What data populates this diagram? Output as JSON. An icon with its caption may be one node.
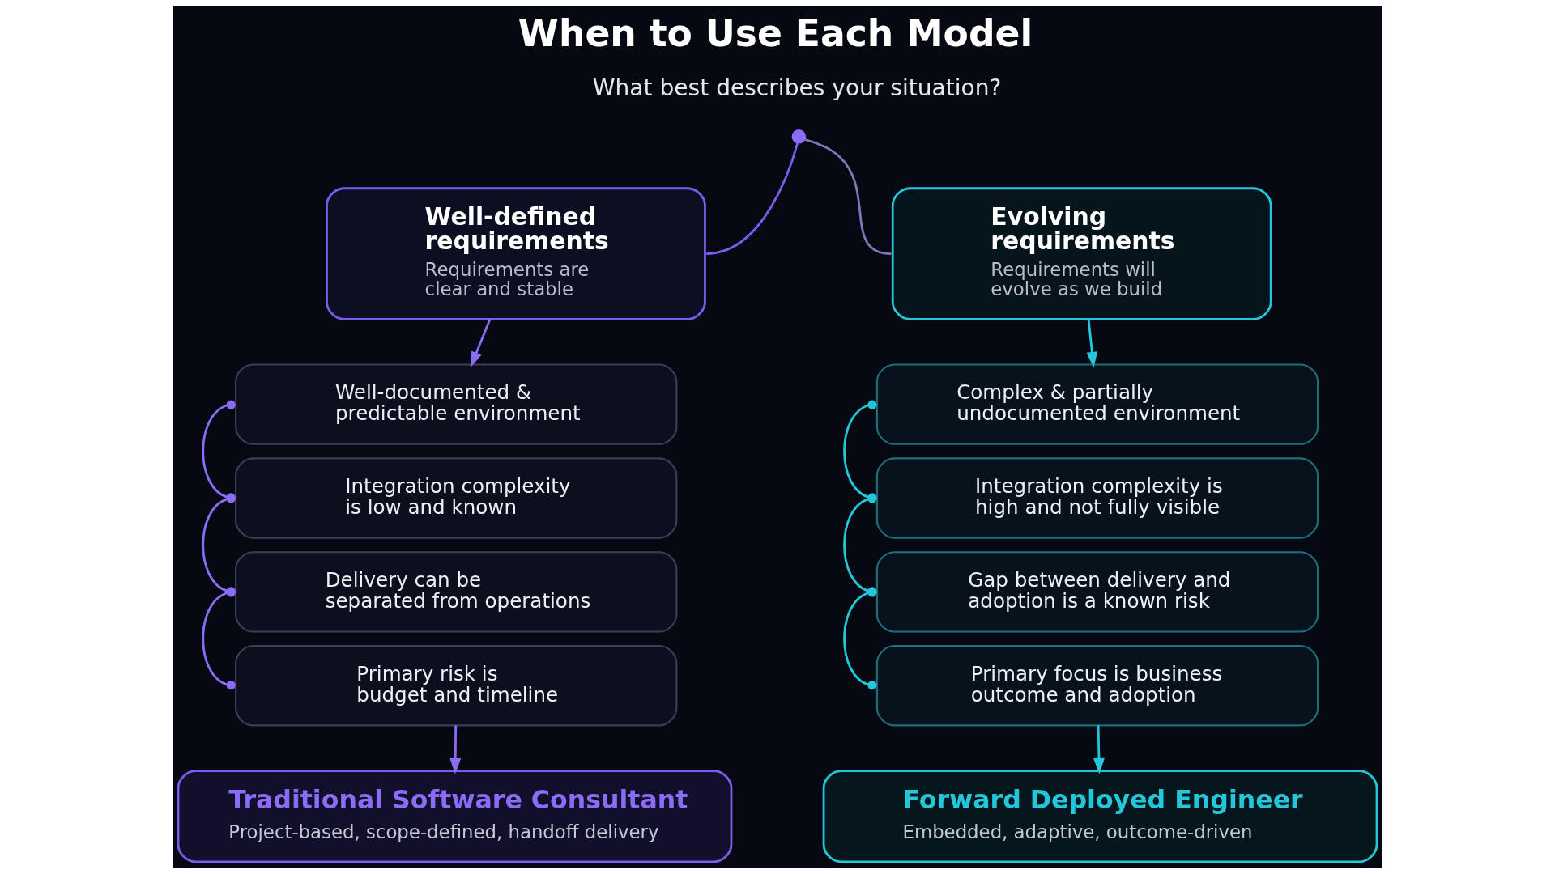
{
  "diagram": {
    "title": "When to Use Each Model",
    "nodes": [
      {
        "text": [],
        "shape": "circle"
      },
      {
        "text": [
          "Well-defined requirements",
          "Requirements are clear and stable"
        ]
      },
      {
        "text": [
          "Evolving requirements",
          "Requirements will evolve as we build"
        ]
      },
      {
        "text": [
          "Well-documented & predictable environment"
        ]
      },
      {
        "text": [
          "Integration complexity is low and known"
        ]
      },
      {
        "text": [
          "Delivery can be separated from operations"
        ]
      },
      {
        "text": [
          "Primary risk is budget and timeline"
        ]
      },
      {
        "text": [
          "Complex & partially undocumented environment"
        ]
      },
      {
        "text": [
          "Integration complexity is high and not fully visible"
        ]
      },
      {
        "text": [
          "Gap between delivery and adoption is a known risk"
        ]
      },
      {
        "text": [
          "Primary focus is business outcome and adoption"
        ]
      },
      {
        "text": [
          "Traditional Software Consultant",
          "Project-based, scope-defined, handoff delivery"
        ]
      },
      {
        "text": [
          "Forward Deployed Engineer",
          "Embedded, adaptive, outcome-driven"
        ]
      }
    ],
    "edges": [
      {
        "from": 0,
        "to": 1,
        "arrow": "none",
        "color": "#7c5cf0"
      },
      {
        "from": 0,
        "to": 2,
        "arrow": "none",
        "color": "#7f78b8"
      },
      {
        "from": 1,
        "to": 3,
        "arrow": "to",
        "color": "#8b6cf6"
      },
      {
        "from": 3,
        "to": 4,
        "arrow": "other",
        "color": "#8b6cf6"
      },
      {
        "from": 4,
        "to": 5,
        "arrow": "other",
        "color": "#8b6cf6"
      },
      {
        "from": 5,
        "to": 6,
        "arrow": "other",
        "color": "#8b6cf6"
      },
      {
        "from": 6,
        "to": 11,
        "arrow": "to",
        "color": "#8b6cf6"
      },
      {
        "from": 2,
        "to": 7,
        "arrow": "to",
        "color": "#22c7d9"
      },
      {
        "from": 7,
        "to": 8,
        "arrow": "other",
        "color": "#22c7d9"
      },
      {
        "from": 8,
        "to": 9,
        "arrow": "other",
        "color": "#22c7d9"
      },
      {
        "from": 9,
        "to": 10,
        "arrow": "other",
        "color": "#22c7d9"
      },
      {
        "from": 10,
        "to": 12,
        "arrow": "to",
        "color": "#22c7d9"
      }
    ],
    "labels": [
      "What best describes your situation?"
    ]
  }
}
